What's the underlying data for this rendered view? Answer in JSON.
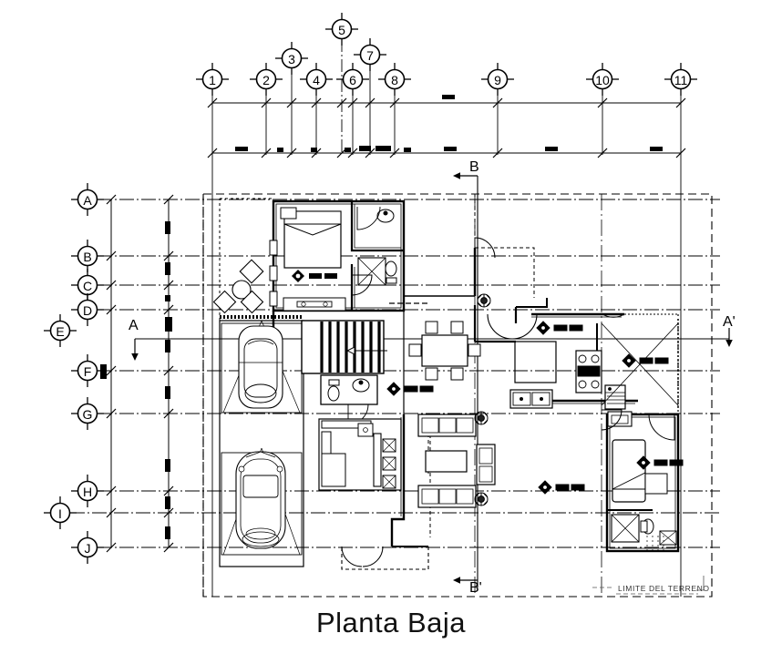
{
  "drawing": {
    "title": "Planta Baja",
    "type": "architectural-floor-plan",
    "boundary_note": "LIMITE DEL TERRENO"
  },
  "grid": {
    "column_labels": [
      "1",
      "2",
      "3",
      "4",
      "5",
      "6",
      "7",
      "8",
      "9",
      "10",
      "11"
    ],
    "row_labels": [
      "A",
      "B",
      "C",
      "D",
      "E",
      "F",
      "G",
      "H",
      "I",
      "J"
    ]
  },
  "sections": {
    "markers": [
      {
        "label": "A",
        "arrow": "down"
      },
      {
        "label": "A'",
        "arrow": "down"
      },
      {
        "label": "B",
        "arrow": "left"
      },
      {
        "label": "B'",
        "arrow": "left"
      }
    ],
    "a": "A",
    "a_prime": "A'",
    "b": "B",
    "b_prime": "B'"
  },
  "rooms": [
    {
      "name": "bedroom-main",
      "fixtures": [
        "bed",
        "nightstand",
        "dresser"
      ]
    },
    {
      "name": "bathroom-main",
      "fixtures": [
        "shower",
        "toilet",
        "sink"
      ]
    },
    {
      "name": "garden-patio",
      "fixtures": [
        "stepping-stones"
      ]
    },
    {
      "name": "garage",
      "fixtures": [
        "car-1",
        "car-2"
      ]
    },
    {
      "name": "stairs",
      "fixtures": [
        "staircase-up"
      ]
    },
    {
      "name": "powder-room",
      "fixtures": [
        "toilet",
        "sink"
      ]
    },
    {
      "name": "dining",
      "fixtures": [
        "dining-table",
        "chair-1",
        "chair-2",
        "chair-3",
        "chair-4",
        "chair-5",
        "chair-6"
      ]
    },
    {
      "name": "living",
      "fixtures": [
        "sofa-top",
        "sofa-bottom",
        "coffee-table",
        "armchair",
        "plant-1",
        "plant-2",
        "plant-3"
      ]
    },
    {
      "name": "kitchen",
      "fixtures": [
        "stove",
        "sink-double",
        "counter",
        "refrigerator"
      ]
    },
    {
      "name": "bar-counter",
      "fixtures": [
        "stool-1",
        "stool-2",
        "stool-3",
        "counter"
      ]
    },
    {
      "name": "bedroom-secondary",
      "fixtures": [
        "bed",
        "nightstand",
        "shower",
        "toilet"
      ]
    }
  ],
  "legend": {}
}
